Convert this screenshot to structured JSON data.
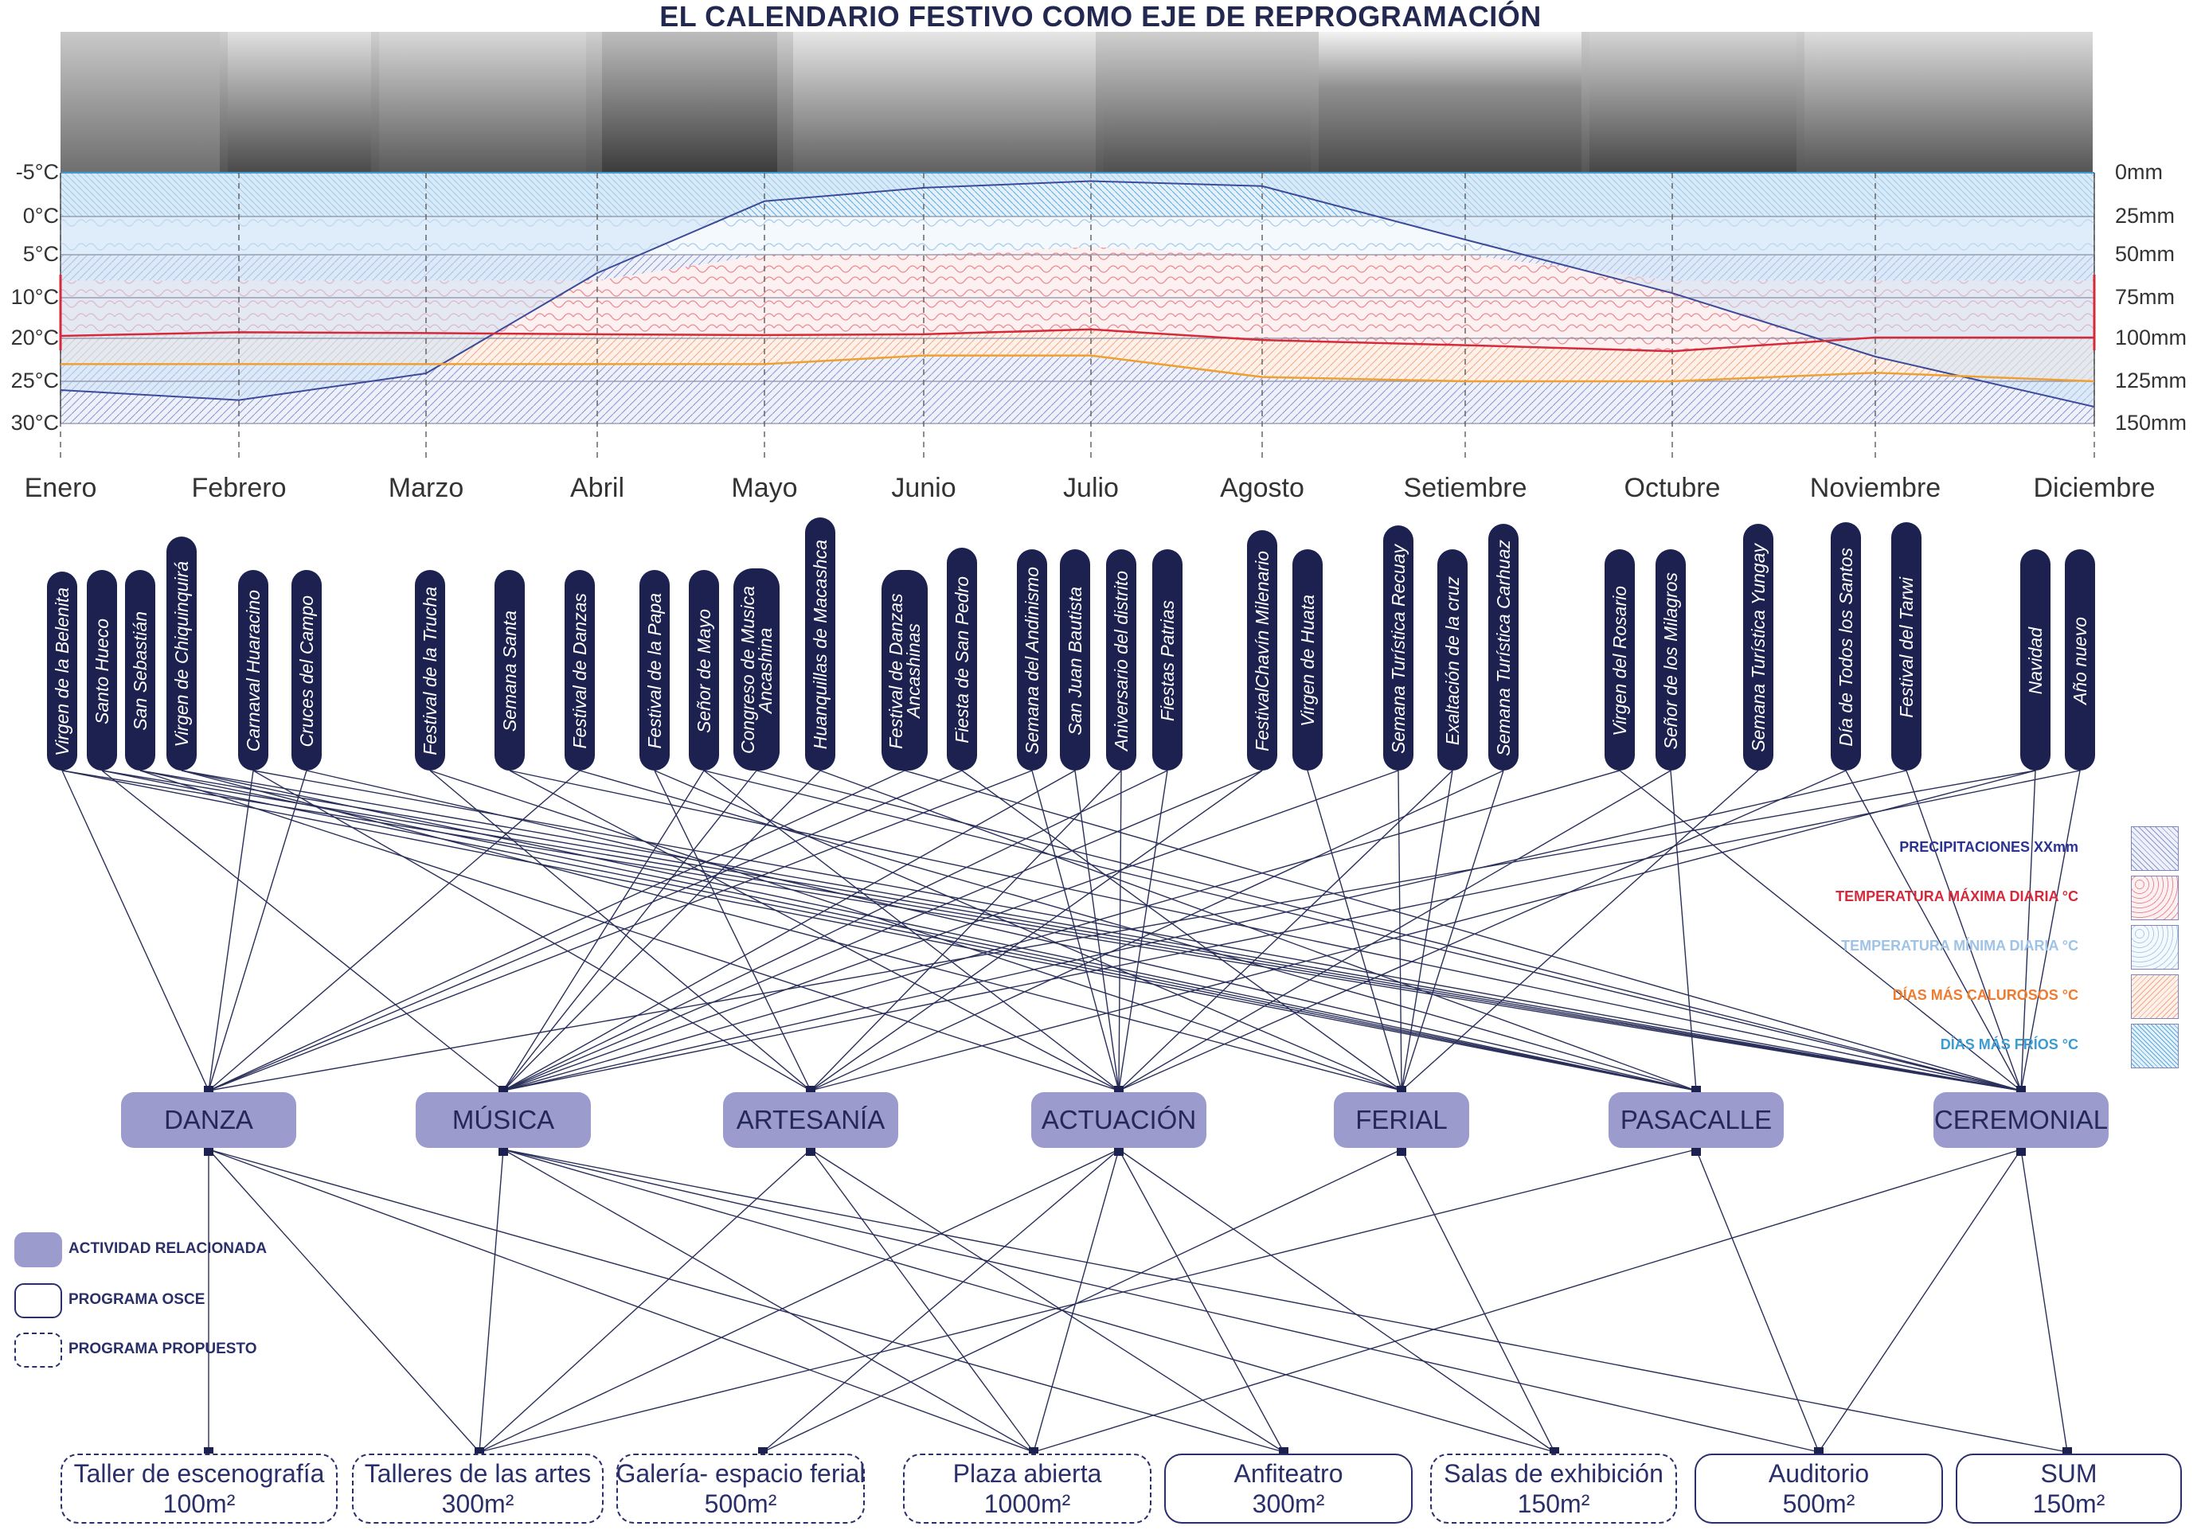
{
  "title": "EL CALENDARIO FESTIVO COMO EJE DE REPROGRAMACIÓN",
  "climate": {
    "temp_ticks": [
      "-5°C",
      "0°C",
      "5°C",
      "10°C",
      "20°C",
      "25°C",
      "30°C"
    ],
    "precip_ticks": [
      "0mm",
      "25mm",
      "50mm",
      "75mm",
      "100mm",
      "125mm",
      "150mm"
    ],
    "months": [
      "Enero",
      "Febrero",
      "Marzo",
      "Abril",
      "Mayo",
      "Junio",
      "Julio",
      "Agosto",
      "Setiembre",
      "Octubre",
      "Noviembre",
      "Diciembre"
    ],
    "colors": {
      "precip": "#5566bb",
      "tmax": "#d42a3c",
      "tmin": "#7fb0d8",
      "hot": "#f0a030",
      "cold": "#4aa0d0"
    }
  },
  "chart_data": {
    "type": "line",
    "x": [
      "Enero",
      "Febrero",
      "Marzo",
      "Abril",
      "Mayo",
      "Junio",
      "Julio",
      "Agosto",
      "Setiembre",
      "Octubre",
      "Noviembre",
      "Diciembre"
    ],
    "series": [
      {
        "name": "PRECIPITACIONES XXmm",
        "axis": "right",
        "values": [
          130,
          136,
          120,
          60,
          17,
          9,
          5,
          8,
          40,
          72,
          110,
          140
        ]
      },
      {
        "name": "TEMPERATURA MÁXIMA DIARIA °C",
        "axis": "left",
        "values": [
          19.4,
          18.5,
          18.7,
          19,
          19.2,
          19,
          17.8,
          20.2,
          20.8,
          21.5,
          19.8,
          19.8
        ]
      },
      {
        "name": "DÍAS MÁS CALUROSOS °C",
        "axis": "left",
        "values": [
          23,
          23,
          23,
          23,
          23,
          22,
          22,
          24.5,
          25,
          25,
          24,
          25
        ]
      }
    ]
  },
  "festivals": [
    "Virgen de la Belenita",
    "Santo Hueco",
    "San Sebastián",
    "Virgen de Chiquinquirá",
    "Carnaval Huaracino",
    "Cruces del Campo",
    "Festival de la Trucha",
    "Semana Santa",
    "Festival de Danzas",
    "Festival de la Papa",
    "Señor de Mayo",
    "Congreso de Musica Ancashina",
    "Huanquillas de Macashca",
    "Festival de Danzas Ancashinas",
    "Fiesta de San Pedro",
    "Semana del Andinismo",
    "San Juan Bautista",
    "Aniversario del distrito",
    "Fiestas Patrias",
    "FestivalChavín Milenario",
    "Virgen de Huata",
    "Semana Turística Recuay",
    "Exaltación de la cruz",
    "Semana Turística Carhuaz",
    "Virgen del Rosario",
    "Señor de los Milagros",
    "Semana Turística Yungay",
    "Día de Todos los Santos",
    "Festival del Tarwi",
    "Navidad",
    "Año nuevo"
  ],
  "activities": [
    "DANZA",
    "MÚSICA",
    "ARTESANÍA",
    "ACTUACIÓN",
    "FERIAL",
    "PASACALLE",
    "CEREMONIAL"
  ],
  "programs": [
    {
      "name": "Taller de escenografía",
      "area": "100m²",
      "type": "propuesto"
    },
    {
      "name": "Talleres de las artes",
      "area": "300m²",
      "type": "propuesto"
    },
    {
      "name": "Galería- espacio ferial",
      "area": "500m²",
      "type": "propuesto"
    },
    {
      "name": "Plaza abierta",
      "area": "1000m²",
      "type": "propuesto"
    },
    {
      "name": "Anfiteatro",
      "area": "300m²",
      "type": "osce"
    },
    {
      "name": "Salas de exhibición",
      "area": "150m²",
      "type": "propuesto"
    },
    {
      "name": "Auditorio",
      "area": "500m²",
      "type": "osce"
    },
    {
      "name": "SUM",
      "area": "150m²",
      "type": "osce"
    }
  ],
  "legend_climate": [
    {
      "label": "PRECIPITACIONES XXmm",
      "color": "#2a3490"
    },
    {
      "label": "TEMPERATURA MÁXIMA DIARIA  °C",
      "color": "#d42a3c"
    },
    {
      "label": "TEMPERATURA MÍNIMA DIARIA  °C",
      "color": "#9fc3e6"
    },
    {
      "label": "DÍAS MÁS CALUROSOS  °C",
      "color": "#ef7b2e"
    },
    {
      "label": "DÍAS MÁS FRÍOS  °C",
      "color": "#3b9bd3"
    }
  ],
  "legend_program": [
    {
      "label": "ACTIVIDAD RELACIONADA"
    },
    {
      "label": "PROGRAMA OSCE"
    },
    {
      "label": "PROGRAMA PROPUESTO"
    }
  ],
  "links_fest_activity": [
    [
      0,
      0
    ],
    [
      0,
      5
    ],
    [
      0,
      6
    ],
    [
      1,
      1
    ],
    [
      1,
      5
    ],
    [
      1,
      6
    ],
    [
      2,
      3
    ],
    [
      2,
      5
    ],
    [
      2,
      6
    ],
    [
      3,
      4
    ],
    [
      3,
      5
    ],
    [
      3,
      6
    ],
    [
      4,
      0
    ],
    [
      4,
      2
    ],
    [
      4,
      6
    ],
    [
      5,
      0
    ],
    [
      5,
      5
    ],
    [
      6,
      2
    ],
    [
      6,
      4
    ],
    [
      7,
      3
    ],
    [
      7,
      6
    ],
    [
      8,
      0
    ],
    [
      8,
      5
    ],
    [
      9,
      2
    ],
    [
      9,
      4
    ],
    [
      10,
      1
    ],
    [
      10,
      3
    ],
    [
      10,
      6
    ],
    [
      11,
      1
    ],
    [
      11,
      6
    ],
    [
      12,
      1
    ],
    [
      12,
      5
    ],
    [
      13,
      0
    ],
    [
      13,
      6
    ],
    [
      14,
      0
    ],
    [
      14,
      4
    ],
    [
      15,
      0
    ],
    [
      15,
      3
    ],
    [
      16,
      1
    ],
    [
      16,
      3
    ],
    [
      17,
      2
    ],
    [
      17,
      3
    ],
    [
      18,
      1
    ],
    [
      18,
      3
    ],
    [
      19,
      1
    ],
    [
      19,
      2
    ],
    [
      20,
      4
    ],
    [
      21,
      1
    ],
    [
      21,
      4
    ],
    [
      22,
      3
    ],
    [
      22,
      4
    ],
    [
      23,
      2
    ],
    [
      23,
      4
    ],
    [
      24,
      1
    ],
    [
      24,
      6
    ],
    [
      25,
      3
    ],
    [
      25,
      5
    ],
    [
      26,
      4
    ],
    [
      27,
      3
    ],
    [
      27,
      6
    ],
    [
      28,
      1
    ],
    [
      28,
      6
    ],
    [
      29,
      0
    ],
    [
      29,
      2
    ],
    [
      29,
      6
    ],
    [
      30,
      1
    ],
    [
      30,
      6
    ]
  ],
  "links_activity_program": [
    [
      0,
      0
    ],
    [
      0,
      1
    ],
    [
      0,
      4
    ],
    [
      1,
      1
    ],
    [
      1,
      3
    ],
    [
      1,
      5
    ],
    [
      1,
      6
    ],
    [
      1,
      7
    ],
    [
      2,
      1
    ],
    [
      2,
      3
    ],
    [
      3,
      1
    ],
    [
      3,
      3
    ],
    [
      3,
      4
    ],
    [
      3,
      5
    ],
    [
      3,
      2
    ],
    [
      4,
      2
    ],
    [
      4,
      5
    ],
    [
      5,
      1
    ],
    [
      5,
      6
    ],
    [
      6,
      3
    ],
    [
      6,
      6
    ],
    [
      6,
      7
    ],
    [
      0,
      3
    ],
    [
      2,
      4
    ]
  ]
}
